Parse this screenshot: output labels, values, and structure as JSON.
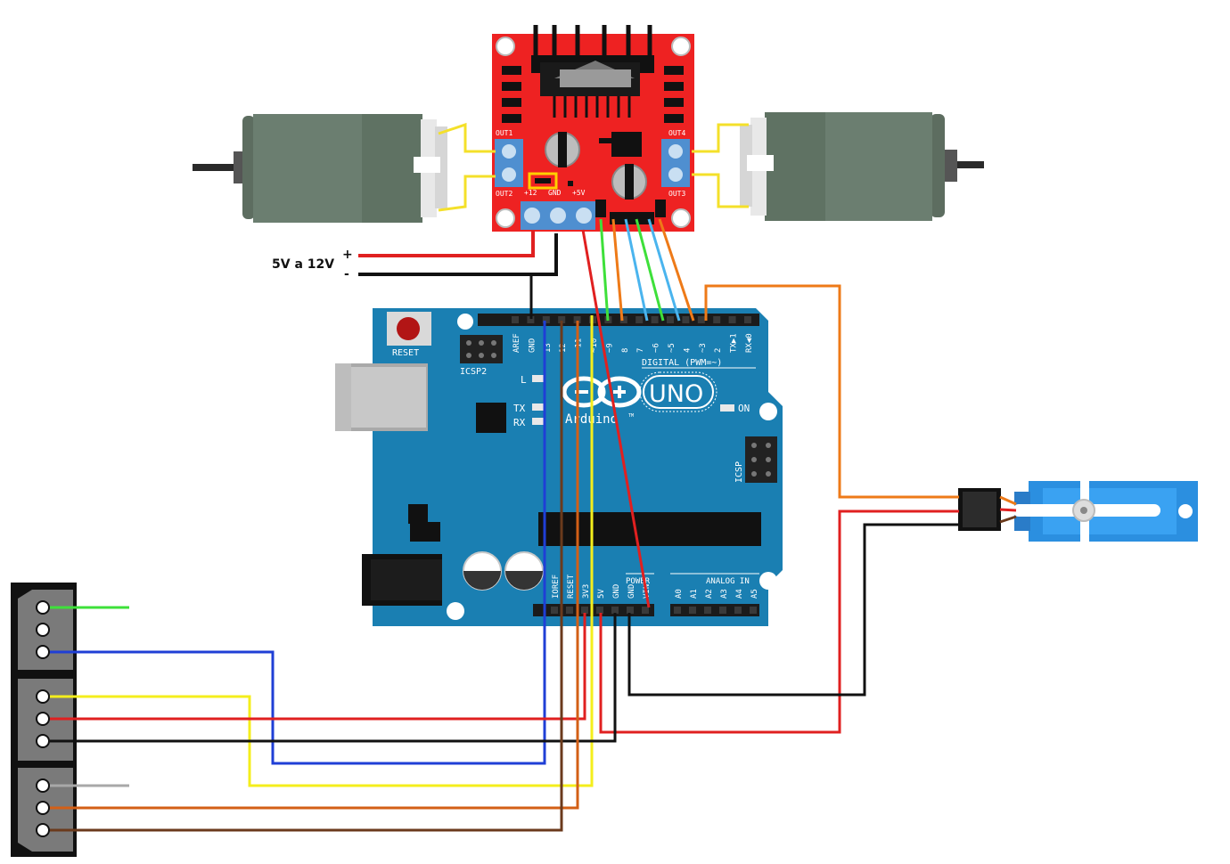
{
  "driver": {
    "out1": "OUT1",
    "out2": "OUT2",
    "out3": "OUT3",
    "out4": "OUT4",
    "terminal_labels": [
      "+12",
      "GND",
      "+5V"
    ]
  },
  "supply": {
    "label": "5V a 12V",
    "plus": "+",
    "minus": "-"
  },
  "arduino": {
    "reset": "RESET",
    "icsp2": "ICSP2",
    "icsp": "ICSP",
    "digital": "DIGITAL (PWM=~)",
    "uno": "UNO",
    "brand": "Arduino",
    "tm": "TM",
    "on": "ON",
    "led_l": "L",
    "led_tx": "TX",
    "led_rx": "RX",
    "power": "POWER",
    "analog_in": "ANALOG IN",
    "top_pins": [
      "AREF",
      "GND",
      "13",
      "12",
      "~11",
      "~10",
      "~9",
      "8",
      "7",
      "~6",
      "~5",
      "4",
      "~3",
      "2",
      "TX▶1",
      "RX◀0"
    ],
    "power_pins": [
      "IOREF",
      "RESET",
      "3V3",
      "5V",
      "GND",
      "GND",
      "VIN"
    ],
    "analog_pins": [
      "A0",
      "A1",
      "A2",
      "A3",
      "A4",
      "A5"
    ]
  },
  "colors": {
    "driver_board": "#ee2222",
    "arduino_board": "#1a7fb2",
    "motor_body": "#6b7e70",
    "servo_body": "#2b8fe0",
    "wire_red": "#e02020",
    "wire_black": "#111111",
    "wire_blue": "#1f3fd6",
    "wire_yellow": "#f4ee1c",
    "wire_green": "#3ee03a",
    "wire_orange": "#ee7a18",
    "wire_lightblue": "#4ab4ee",
    "wire_brown": "#6b3a1c",
    "wire_grey": "#a8a8a8"
  }
}
